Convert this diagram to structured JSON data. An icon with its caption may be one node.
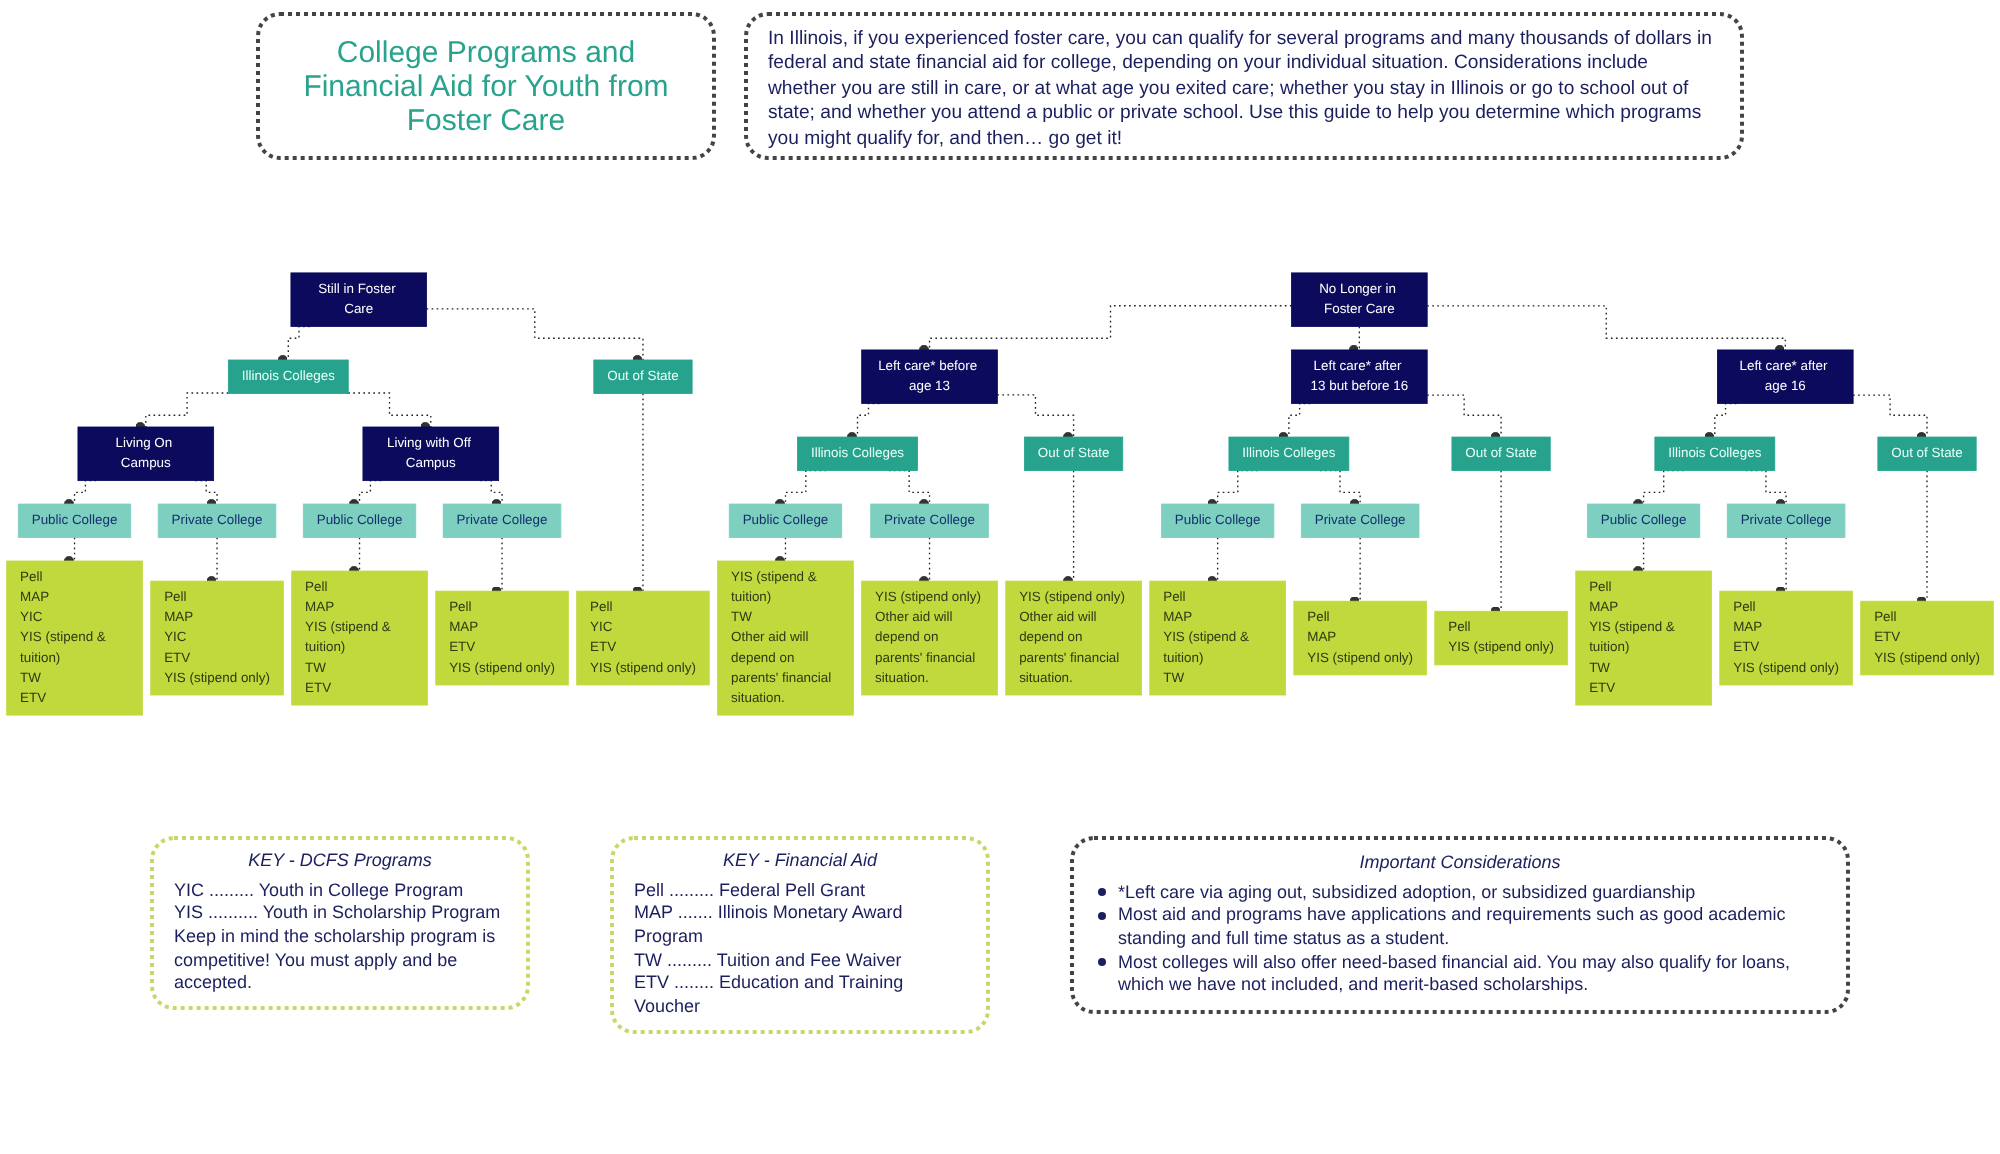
{
  "diagram": {
    "title": "College Programs and Financial Aid for Youth from Foster Care",
    "nodes": [
      {
        "text": [
          "In Illinois, if you experienced foster care, you can qualify for several programs and many thousands of dollars in federal and state financial aid for college, depending on your individual situation. Considerations include whether you are still in care, or at what age you exited care; whether you stay in Illinois or go to school out of state; and whether you attend a public or private school. Use this guide to help you determine which programs you might qualify for, and then… go get it!"
        ]
      },
      {
        "text": [
          "Still in Foster Care"
        ]
      },
      {
        "text": [
          "No Longer in Foster Care"
        ]
      },
      {
        "text": [
          "Illinois Colleges"
        ]
      },
      {
        "text": [
          "Out of State"
        ]
      },
      {
        "text": [
          "Living On Campus"
        ]
      },
      {
        "text": [
          "Living with Off Campus"
        ]
      },
      {
        "text": [
          "Public College"
        ]
      },
      {
        "text": [
          "Private College"
        ]
      },
      {
        "text": [
          "Public College"
        ]
      },
      {
        "text": [
          "Private College"
        ]
      },
      {
        "text": [
          "Left care* before age 13"
        ]
      },
      {
        "text": [
          "Left care* after 13 but before 16"
        ]
      },
      {
        "text": [
          "Left care* after age 16"
        ]
      },
      {
        "text": [
          "Illinois Colleges"
        ]
      },
      {
        "text": [
          "Out of State"
        ]
      },
      {
        "text": [
          "Illinois Colleges"
        ]
      },
      {
        "text": [
          "Out of State"
        ]
      },
      {
        "text": [
          "Illinois Colleges"
        ]
      },
      {
        "text": [
          "Out of State"
        ]
      },
      {
        "text": [
          "Public College"
        ]
      },
      {
        "text": [
          "Private College"
        ]
      },
      {
        "text": [
          "Public College"
        ]
      },
      {
        "text": [
          "Private College"
        ]
      },
      {
        "text": [
          "Public College"
        ]
      },
      {
        "text": [
          "Private College"
        ]
      },
      {
        "text": [
          "Pell",
          "MAP",
          "YIC",
          "YIS (stipend & tuition)",
          "TW",
          "ETV"
        ]
      },
      {
        "text": [
          "Pell",
          "MAP",
          "YIC",
          "ETV",
          "YIS (stipend only)"
        ]
      },
      {
        "text": [
          "Pell",
          "MAP",
          "YIS (stipend & tuition)",
          "TW",
          "ETV"
        ]
      },
      {
        "text": [
          "Pell",
          "MAP",
          "ETV",
          "YIS (stipend only)"
        ]
      },
      {
        "text": [
          "Pell",
          "YIC",
          "ETV",
          "YIS (stipend only)"
        ]
      },
      {
        "text": [
          "YIS (stipend & tuition)",
          "TW",
          "Other aid will depend on parents' financial situation."
        ]
      },
      {
        "text": [
          "YIS (stipend only)",
          "Other aid will depend on parents' financial situation."
        ]
      },
      {
        "text": [
          "YIS (stipend only)",
          "Other aid will depend on parents' financial situation."
        ]
      },
      {
        "text": [
          "Pell",
          "MAP",
          "YIS (stipend & tuition)",
          "TW"
        ]
      },
      {
        "text": [
          "Pell",
          "MAP",
          "YIS (stipend only)"
        ]
      },
      {
        "text": [
          "Pell",
          "YIS (stipend only)"
        ]
      },
      {
        "text": [
          "Pell",
          "MAP",
          "YIS (stipend & tuition)",
          "TW",
          "ETV"
        ]
      },
      {
        "text": [
          "Pell",
          "MAP",
          "ETV",
          "YIS (stipend only)"
        ]
      },
      {
        "text": [
          "Pell",
          "ETV",
          "YIS (stipend only)"
        ]
      },
      {
        "text": [
          "KEY - DCFS Programs",
          "YIC ......... Youth in College Program",
          "YIS .......... Youth in Scholarship Program",
          "Keep in mind the scholarship program is competitive! You must apply and be accepted."
        ]
      },
      {
        "text": [
          "KEY - Financial Aid",
          "Pell ......... Federal Pell Grant",
          "MAP ....... Illinois Monetary Award Program",
          "TW ......... Tuition and Fee Waiver",
          "ETV ........ Education and Training Voucher"
        ]
      },
      {
        "text": [
          "Important Considerations",
          "*Left care via aging out, subsidized adoption, or subsidized guardianship",
          "Most aid and programs have applications and requirements such as good academic standing and full time status as a student.",
          "Most colleges will also offer need-based financial aid. You may also qualify for loans, which we have not included, and merit-based scholarships."
        ]
      }
    ],
    "edges": [
      {
        "from": 1,
        "to": 3,
        "arrow": "other",
        "style": "dashed"
      },
      {
        "from": 1,
        "to": 4,
        "arrow": "other",
        "style": "dashed"
      },
      {
        "from": 3,
        "to": 5,
        "arrow": "other",
        "style": "dashed"
      },
      {
        "from": 3,
        "to": 6,
        "arrow": "other",
        "style": "dashed"
      },
      {
        "from": 5,
        "to": 7,
        "arrow": "other",
        "style": "dashed"
      },
      {
        "from": 5,
        "to": 8,
        "arrow": "other",
        "style": "dashed"
      },
      {
        "from": 6,
        "to": 9,
        "arrow": "other",
        "style": "dashed"
      },
      {
        "from": 6,
        "to": 10,
        "arrow": "other",
        "style": "dashed"
      },
      {
        "from": 7,
        "to": 26,
        "arrow": "other",
        "style": "dashed"
      },
      {
        "from": 8,
        "to": 27,
        "arrow": "other",
        "style": "dashed"
      },
      {
        "from": 9,
        "to": 28,
        "arrow": "other",
        "style": "dashed"
      },
      {
        "from": 10,
        "to": 29,
        "arrow": "other",
        "style": "dashed"
      },
      {
        "from": 4,
        "to": 30,
        "arrow": "other",
        "style": "dashed"
      },
      {
        "from": 2,
        "to": 11,
        "arrow": "other",
        "style": "dashed"
      },
      {
        "from": 2,
        "to": 12,
        "arrow": "other",
        "style": "dashed"
      },
      {
        "from": 2,
        "to": 13,
        "arrow": "other",
        "style": "dashed"
      },
      {
        "from": 11,
        "to": 14,
        "arrow": "other",
        "style": "dashed"
      },
      {
        "from": 11,
        "to": 15,
        "arrow": "other",
        "style": "dashed"
      },
      {
        "from": 12,
        "to": 16,
        "arrow": "other",
        "style": "dashed"
      },
      {
        "from": 12,
        "to": 17,
        "arrow": "other",
        "style": "dashed"
      },
      {
        "from": 13,
        "to": 18,
        "arrow": "other",
        "style": "dashed"
      },
      {
        "from": 13,
        "to": 19,
        "arrow": "other",
        "style": "dashed"
      },
      {
        "from": 14,
        "to": 20,
        "arrow": "other",
        "style": "dashed"
      },
      {
        "from": 14,
        "to": 21,
        "arrow": "other",
        "style": "dashed"
      },
      {
        "from": 16,
        "to": 22,
        "arrow": "other",
        "style": "dashed"
      },
      {
        "from": 16,
        "to": 23,
        "arrow": "other",
        "style": "dashed"
      },
      {
        "from": 18,
        "to": 24,
        "arrow": "other",
        "style": "dashed"
      },
      {
        "from": 18,
        "to": 25,
        "arrow": "other",
        "style": "dashed"
      },
      {
        "from": 20,
        "to": 31,
        "arrow": "other",
        "style": "dashed"
      },
      {
        "from": 21,
        "to": 32,
        "arrow": "other",
        "style": "dashed"
      },
      {
        "from": 15,
        "to": 33,
        "arrow": "other",
        "style": "dashed"
      },
      {
        "from": 22,
        "to": 34,
        "arrow": "other",
        "style": "dashed"
      },
      {
        "from": 23,
        "to": 35,
        "arrow": "other",
        "style": "dashed"
      },
      {
        "from": 17,
        "to": 36,
        "arrow": "other",
        "style": "dashed"
      },
      {
        "from": 24,
        "to": 37,
        "arrow": "other",
        "style": "dashed"
      },
      {
        "from": 25,
        "to": 38,
        "arrow": "other",
        "style": "dashed"
      },
      {
        "from": 19,
        "to": 39,
        "arrow": "other",
        "style": "dashed"
      }
    ]
  }
}
